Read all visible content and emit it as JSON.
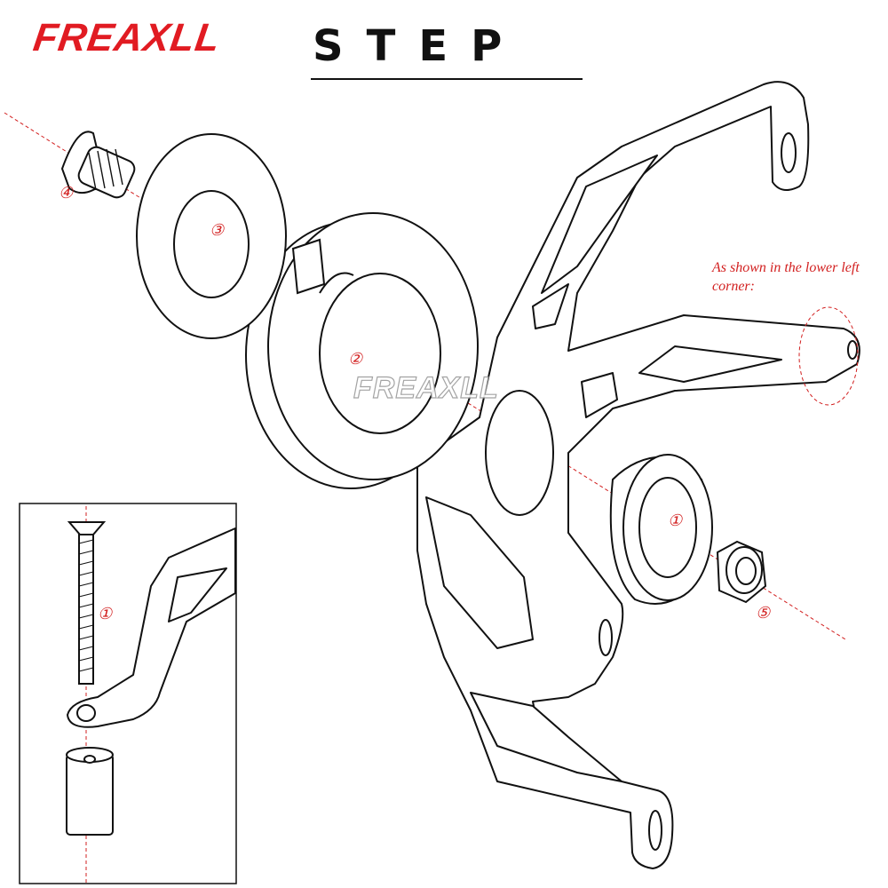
{
  "brand": "FREAXLL",
  "title": "STEP",
  "note": "As shown in the lower left corner:",
  "watermark": "FREAXLL",
  "parts": {
    "p1": "①",
    "p2": "②",
    "p3": "③",
    "p4": "④",
    "p5": "⑤",
    "inset_p1": "①"
  },
  "colors": {
    "accent": "#e11b22",
    "line": "#111111",
    "callout": "#d21f1f"
  }
}
